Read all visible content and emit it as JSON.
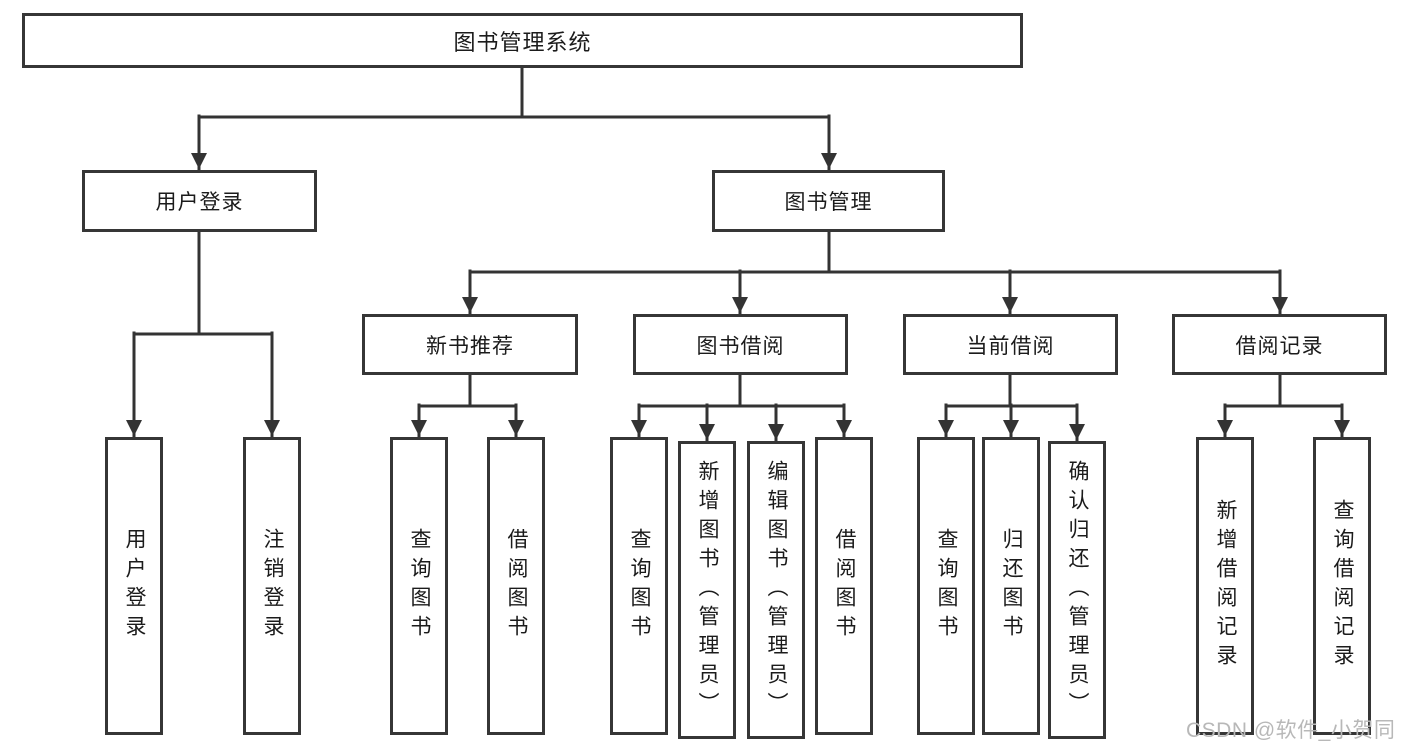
{
  "diagram": {
    "title": "图书管理系统",
    "branches": [
      {
        "label": "用户登录",
        "children": [
          "用户登录",
          "注销登录"
        ]
      },
      {
        "label": "图书管理",
        "sections": [
          {
            "label": "新书推荐",
            "children": [
              "查询图书",
              "借阅图书"
            ]
          },
          {
            "label": "图书借阅",
            "children": [
              "查询图书",
              "新增图书（管理员）",
              "编辑图书（管理员）",
              "借阅图书"
            ]
          },
          {
            "label": "当前借阅",
            "children": [
              "查询图书",
              "归还图书",
              "确认归还（管理员）"
            ]
          },
          {
            "label": "借阅记录",
            "children": [
              "新增借阅记录",
              "查询借阅记录"
            ]
          }
        ]
      }
    ]
  },
  "watermark": {
    "text": "CSDN @软件_小贺同学"
  },
  "colors": {
    "line": "#333333",
    "box_border": "#363636",
    "box_fill": "#ffffff",
    "text": "#1b1b1b",
    "watermark": "#b8b8b8"
  }
}
